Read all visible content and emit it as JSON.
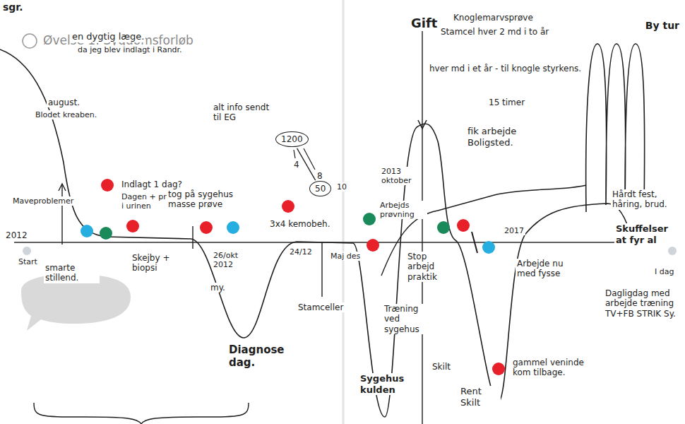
{
  "diagram": {
    "title": "Øvelse 1: Sygdomsforløb",
    "nodes": [
      {
        "text": [
          "1200"
        ]
      },
      {
        "text": [
          "50"
        ]
      }
    ],
    "edges": [
      {
        "from": 0,
        "to": 1,
        "arrow": "none"
      }
    ],
    "labels": [
      "sgr.",
      "en dygtig læge.",
      "da jeg blev indlagt i Randr.",
      "august.",
      "Blodet kreaben.",
      "Maveproblemer",
      "2012",
      "Start",
      "smarte stillend.",
      "Indlagt 1 dag?",
      "Dagen + protein i urinen",
      "Skejby + biopsi",
      "tog på sygehus masse prøve",
      "alt info sendt til EG",
      "26/okt 2012",
      "my.",
      "Diagnose dag.",
      "3x4 kemobeh.",
      "4",
      "8",
      "10",
      "24/12",
      "Stamceller",
      "Gift",
      "Knoglemarvsprøve",
      "Stamcel hver 2 md i to år",
      "hver md i et år - til knogle styrkens.",
      "2013 oktober",
      "Arbejds prøvning",
      "Maj des",
      "Stop arbejd praktik",
      "Træning ved sygehus",
      "Sygehus kulden",
      "15 timer",
      "fik arbejde Boligsted.",
      "2017",
      "Arbejde nu med fysse",
      "Skilt",
      "Rent Skilt",
      "gammel veninde kom tilbage.",
      "By tur",
      "Hårdt fest, håring, brud.",
      "Skuffelser at fyr al",
      "I dag",
      "Dagligdag med arbejde træning TV+FB STRIK Sy."
    ]
  }
}
